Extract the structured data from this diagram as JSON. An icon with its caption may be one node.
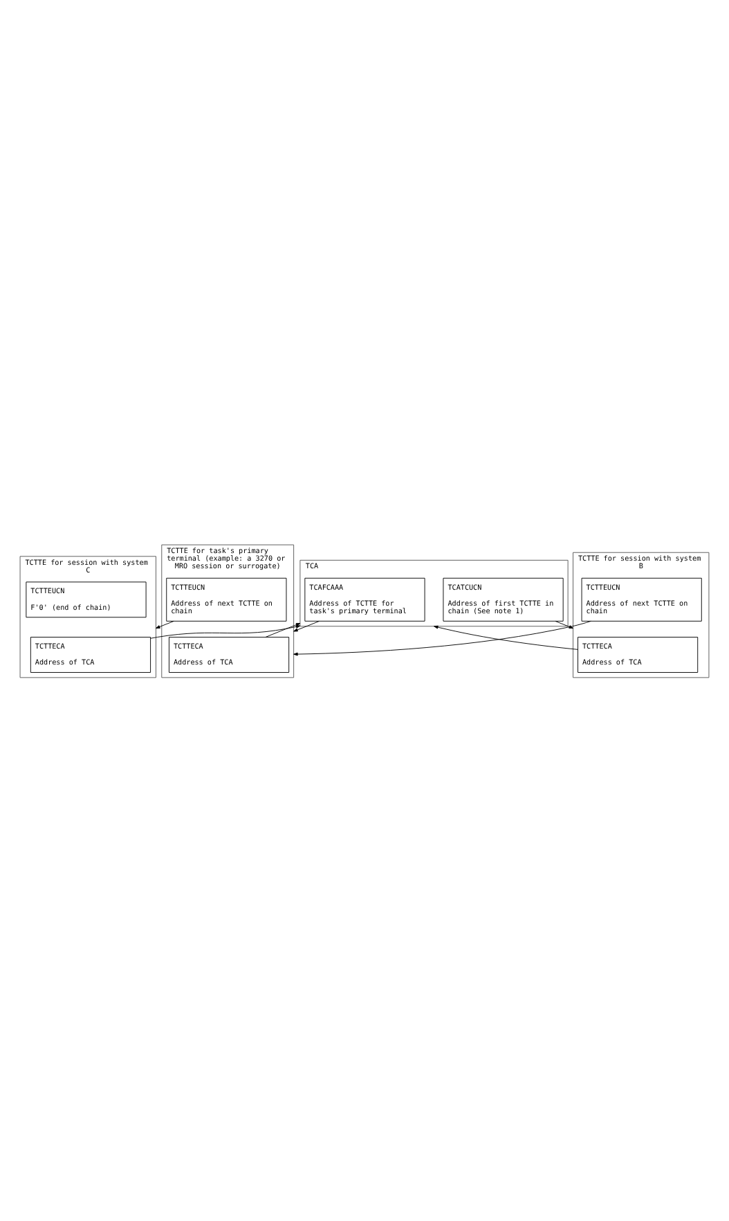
{
  "diagram": {
    "nodes": [
      {
        "text": [
          "TCA"
        ]
      },
      {
        "text": [
          "TCAFCAAA",
          "Address of TCTTE for task's primary terminal"
        ],
        "in": 0
      },
      {
        "text": [
          "TCATCUCN",
          "Address of first TCTTE in chain (See note 1)"
        ],
        "in": 0
      },
      {
        "text": [
          "TCTTE for session with system B"
        ]
      },
      {
        "text": [
          "TCTTECA",
          "Address of TCA"
        ],
        "in": 3
      },
      {
        "text": [
          "TCTTEUCN",
          "Address of next TCTTE on chain"
        ],
        "in": 3
      },
      {
        "text": [
          "TCTTE for task's primary terminal (example: a 3270 or MRO session or surrogate)"
        ]
      },
      {
        "text": [
          "TCTTECA",
          "Address of TCA"
        ],
        "in": 6
      },
      {
        "text": [
          "TCTTEUCN",
          "Address of next TCTTE on chain"
        ],
        "in": 6
      },
      {
        "text": [
          "TCTTE for session with system C"
        ]
      },
      {
        "text": [
          "TCTTECA",
          "Address of TCA"
        ],
        "in": 9
      },
      {
        "text": [
          "TCTTEUCN",
          "F'0' (end of chain)"
        ],
        "in": 9
      }
    ],
    "edges": [
      {
        "from": 1,
        "to": 6,
        "arrow": "to"
      },
      {
        "from": 2,
        "to": 3,
        "arrow": "to"
      },
      {
        "from": 4,
        "to": 0,
        "arrow": "to"
      },
      {
        "from": 7,
        "to": 0,
        "arrow": "to"
      },
      {
        "from": 10,
        "to": 0,
        "arrow": "to"
      },
      {
        "from": 5,
        "to": 6,
        "arrow": "to"
      },
      {
        "from": 8,
        "to": 9,
        "arrow": "to"
      }
    ]
  }
}
